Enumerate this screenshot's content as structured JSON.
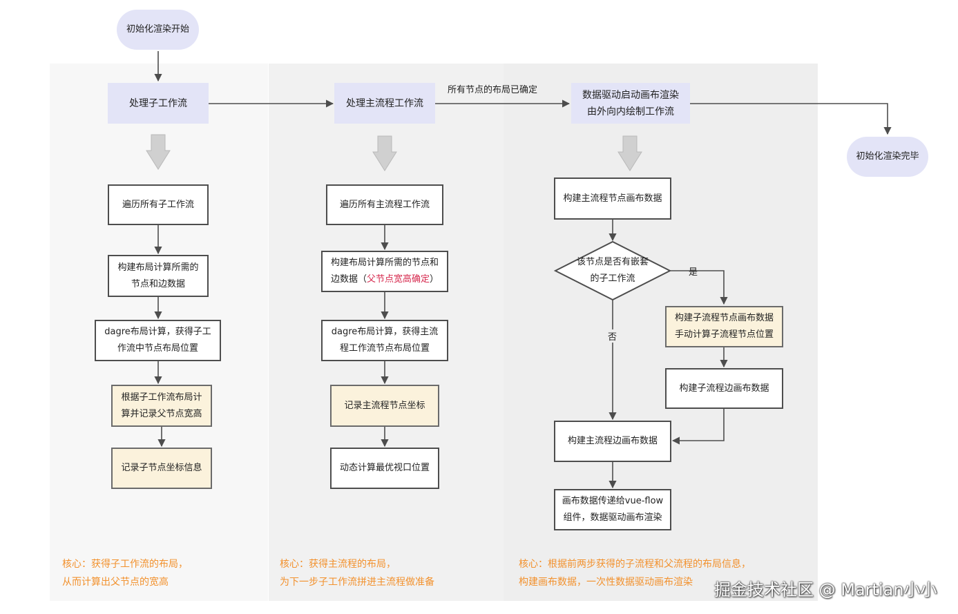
{
  "start": "初始化渲染开始",
  "end": "初始化渲染完毕",
  "phases": {
    "sub": "处理子工作流",
    "main": "处理主流程工作流",
    "render_line1": "数据驱动启动画布渲染",
    "render_line2": "由外向内绘制工作流"
  },
  "edge_label_main_to_render": "所有节点的布局已确定",
  "col1": {
    "step1": "遍历所有子工作流",
    "step2_line1": "构建布局计算所需的",
    "step2_line2": "节点和边数据",
    "step3_line1": "dagre布局计算，获得子工",
    "step3_line2": "作流中节点布局位置",
    "step4_line1": "根据子工作流布局计",
    "step4_line2": "算并记录父节点宽高",
    "step5": "记录子节点坐标信息",
    "note_line1": "核心：获得子工作流的布局，",
    "note_line2": "从而计算出父节点的宽高"
  },
  "col2": {
    "step1": "遍历所有主流程工作流",
    "step2_line1": "构建布局计算所需的节点和",
    "step2_line2_prefix": "边数据（",
    "step2_line2_highlight": "父节点宽高确定",
    "step2_line2_suffix": "）",
    "step3_line1": "dagre布局计算，获得主流",
    "step3_line2": "程工作流节点布局位置",
    "step4": "记录主流程节点坐标",
    "step5": "动态计算最优视口位置",
    "note_line1": "核心：获得主流程的布局，",
    "note_line2": "为下一步子工作流拼进主流程做准备"
  },
  "col3": {
    "step1": "构建主流程节点画布数据",
    "decision_line1": "该节点是否有嵌套",
    "decision_line2": "的子工作流",
    "yes": "是",
    "no": "否",
    "yes1_line1": "构建子流程节点画布数据",
    "yes1_line2": "手动计算子流程节点位置",
    "yes2": "构建子流程边画布数据",
    "step_edges": "构建主流程边画布数据",
    "final_line1": "画布数据传递给vue-flow",
    "final_line2": "组件，数据驱动画布渲染",
    "note_line1": "核心：根据前两步获得的子流程和父流程的布局信息，",
    "note_line2": "构建画布数据，一次性数据驱动画布渲染"
  },
  "watermark": "掘金技术社区 @ Martian小小",
  "colors": {
    "accent_fill": "#e3e4f7",
    "highlight_fill": "#fbf2dc",
    "note_text": "#f2912d",
    "emphasis_text": "#d6284d",
    "line": "#4d4d4d",
    "big_arrow": "#d0d0d0"
  }
}
